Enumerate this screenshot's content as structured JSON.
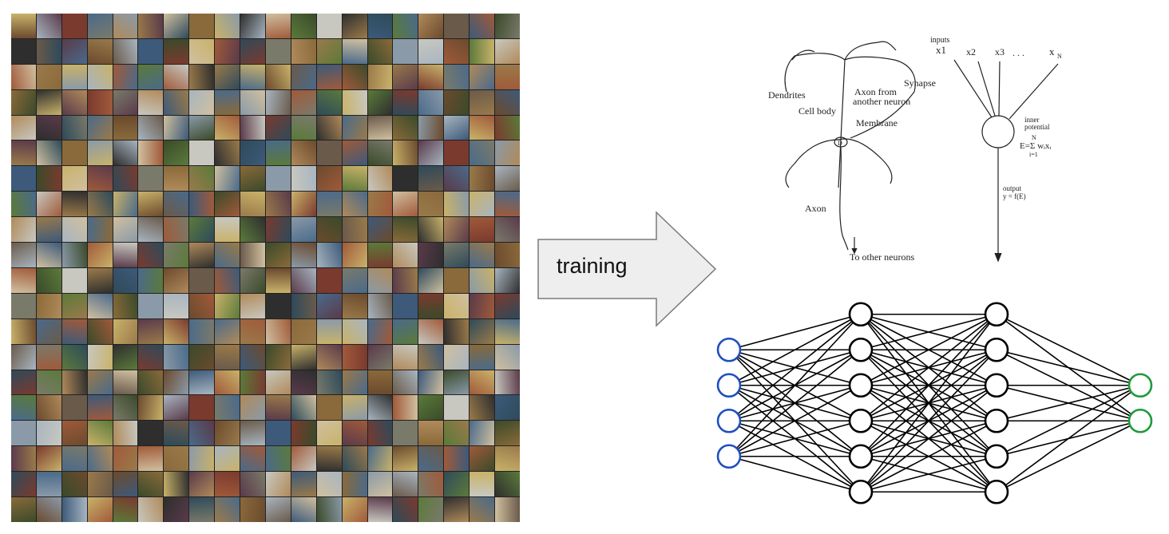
{
  "training_label": "training",
  "neuron_labels": {
    "dendrites": "Dendrites",
    "cell_body": "Cell body",
    "membrane": "Membrane",
    "synapse": "Synapse",
    "axon_from_1": "Axon from",
    "axon_from_2": "another neuron",
    "axon": "Axon",
    "to_other": "To other neurons",
    "nucleus": "D"
  },
  "perceptron_labels": {
    "inputs": "inputs",
    "x1": "x1",
    "x2": "x2",
    "x3": "x3",
    "dots": ". . .",
    "xn": "x",
    "xn_sub": "N",
    "inner_1": "inner",
    "inner_2": "potential",
    "sum_top": "N",
    "sum_formula": "E=Σ wᵢxᵢ",
    "sum_bottom": "i=1",
    "output_1": "output",
    "output_2": "y = f(E)"
  },
  "network": {
    "layers": [
      4,
      6,
      6,
      2
    ],
    "colors": {
      "input": "#1f4fbf",
      "hidden": "#000000",
      "output": "#1e9a3c",
      "edge": "#000000"
    }
  },
  "mosaic": {
    "rows": 20,
    "cols": 20,
    "palette": [
      "#6b4a2e",
      "#8a6a3a",
      "#3d5a7a",
      "#a8b5c0",
      "#c9b26a",
      "#5b7a3a",
      "#7a3a2e",
      "#2e2e2e",
      "#b08a5a",
      "#4a6a8a",
      "#d0c0a0",
      "#6a5a4a",
      "#8a9aa8",
      "#3a4a2a",
      "#a05a3a",
      "#5a3a4a",
      "#c8c8c0",
      "#7a7a6a",
      "#2e4a5a",
      "#9a7a4a"
    ]
  }
}
